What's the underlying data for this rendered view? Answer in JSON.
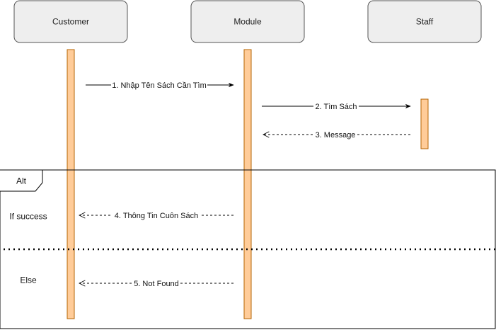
{
  "participants": [
    {
      "name": "Customer"
    },
    {
      "name": "Module"
    },
    {
      "name": "Staff"
    }
  ],
  "messages": [
    {
      "label": "1. Nhập Tên Sách Cần Tìm",
      "from": "Customer",
      "to": "Module",
      "style": "solid"
    },
    {
      "label": "2. Tìm Sách",
      "from": "Module",
      "to": "Staff",
      "style": "solid"
    },
    {
      "label": "3. Message",
      "from": "Staff",
      "to": "Module",
      "style": "dashed"
    },
    {
      "label": "4. Thông Tin Cuôn Sách",
      "from": "Module",
      "to": "Customer",
      "style": "dashed"
    },
    {
      "label": "5. Not Found",
      "from": "Module",
      "to": "Customer",
      "style": "dashed"
    }
  ],
  "fragment": {
    "operator": "Alt",
    "guards": [
      "If success",
      "Else"
    ]
  },
  "colors": {
    "lifeline_fill": "#FFCC99",
    "lifeline_stroke": "#B46504",
    "participant_fill": "#EEEEEE",
    "participant_stroke": "#555555"
  }
}
